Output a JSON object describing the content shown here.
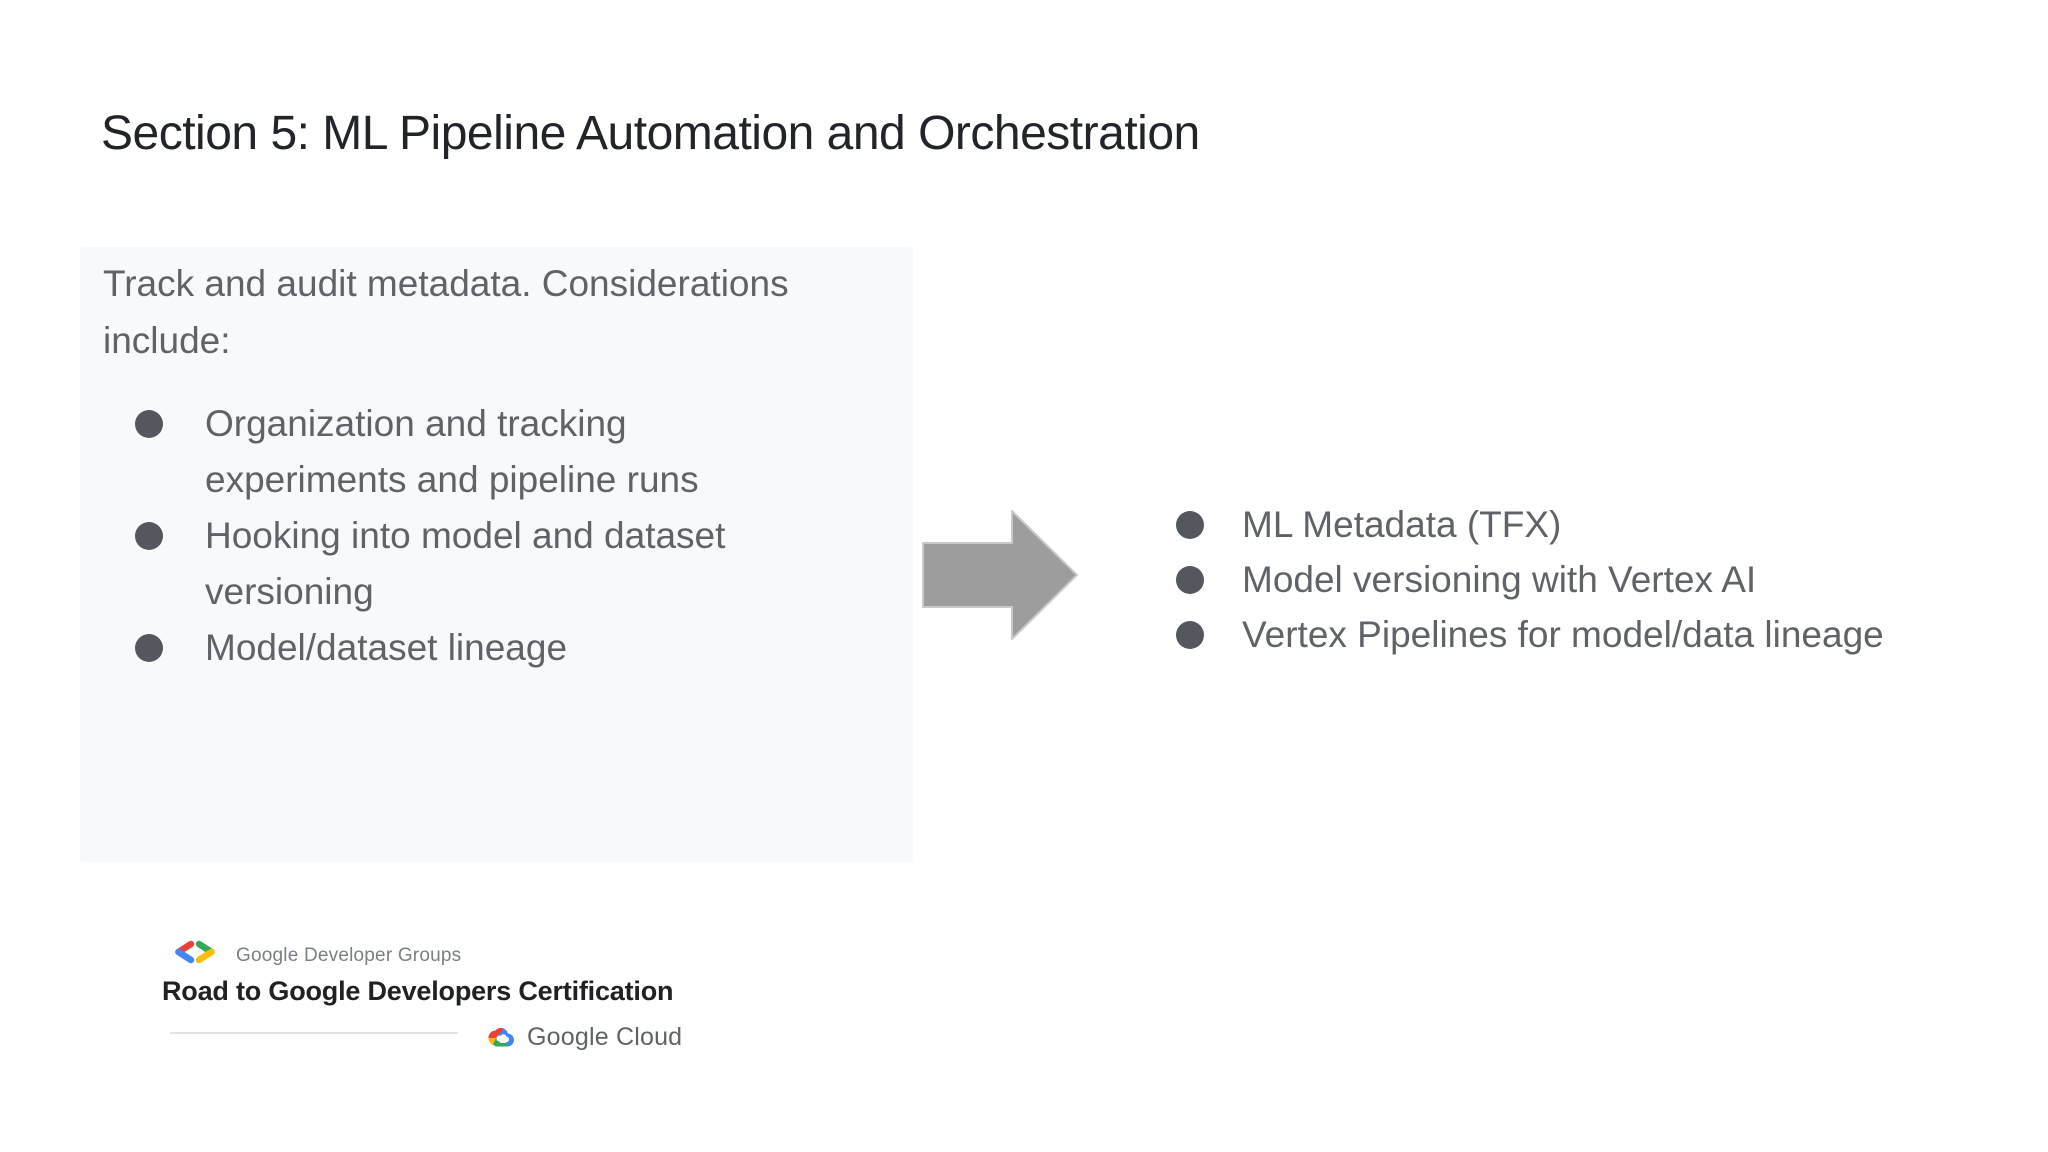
{
  "title": "Section 5: ML Pipeline Automation and Orchestration",
  "panel": {
    "intro": "Track and audit metadata. Considerations include:",
    "bullets": [
      "Organization and tracking experiments and pipeline runs",
      "Hooking into model and dataset versioning",
      "Model/dataset lineage"
    ]
  },
  "results": {
    "bullets": [
      "ML Metadata (TFX)",
      "Model versioning with Vertex AI",
      "Vertex Pipelines for model/data lineage"
    ]
  },
  "footer": {
    "gdg_label": "Google Developer Groups",
    "program_title": "Road to Google Developers Certification",
    "cloud_label": "Google Cloud"
  },
  "icons": {
    "arrow": "arrow-right-icon",
    "gdg": "gdg-brackets-icon",
    "cloud": "google-cloud-icon",
    "bullet": "bullet-dot-icon"
  },
  "colors": {
    "title_text": "#212428",
    "body_text": "#5f6368",
    "bullet_dot": "#54585e",
    "panel_bg": "#f8f9fa",
    "arrow_fill": "#9d9d9d",
    "arrow_stroke": "#c9c9c9",
    "gdg_blue": "#4285f4",
    "gdg_red": "#ea4335",
    "gdg_green": "#34a853",
    "gdg_yellow": "#fbbc04"
  }
}
